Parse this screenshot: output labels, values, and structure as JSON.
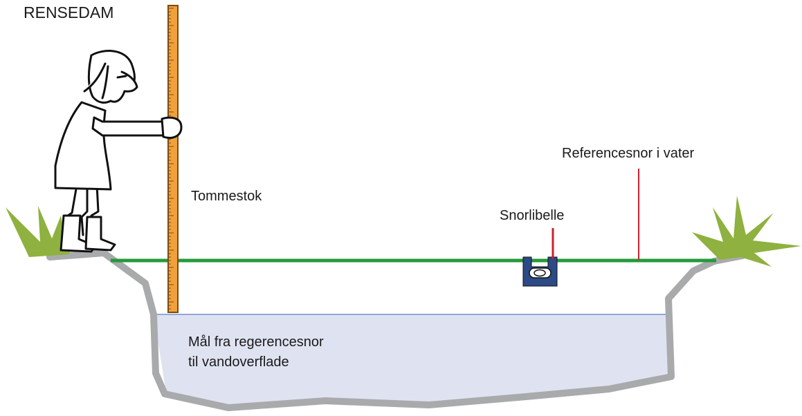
{
  "title": "RENSEDAM",
  "labels": {
    "tommestok": "Tommestok",
    "snorlibelle": "Snorlibelle",
    "referencesnor": "Referencesnor i vater",
    "measure_line1": "Mål fra regerencesnor",
    "measure_line2": "til vandoverflade"
  },
  "colors": {
    "water": "#dfe3f1",
    "water_line": "#90a8d8",
    "pond_edge": "#a9aaac",
    "string": "#239b3a",
    "ruler": "#f0a13c",
    "pointer": "#cc1f2d",
    "level": "#2b4a86",
    "grass": "#8fb13f"
  }
}
